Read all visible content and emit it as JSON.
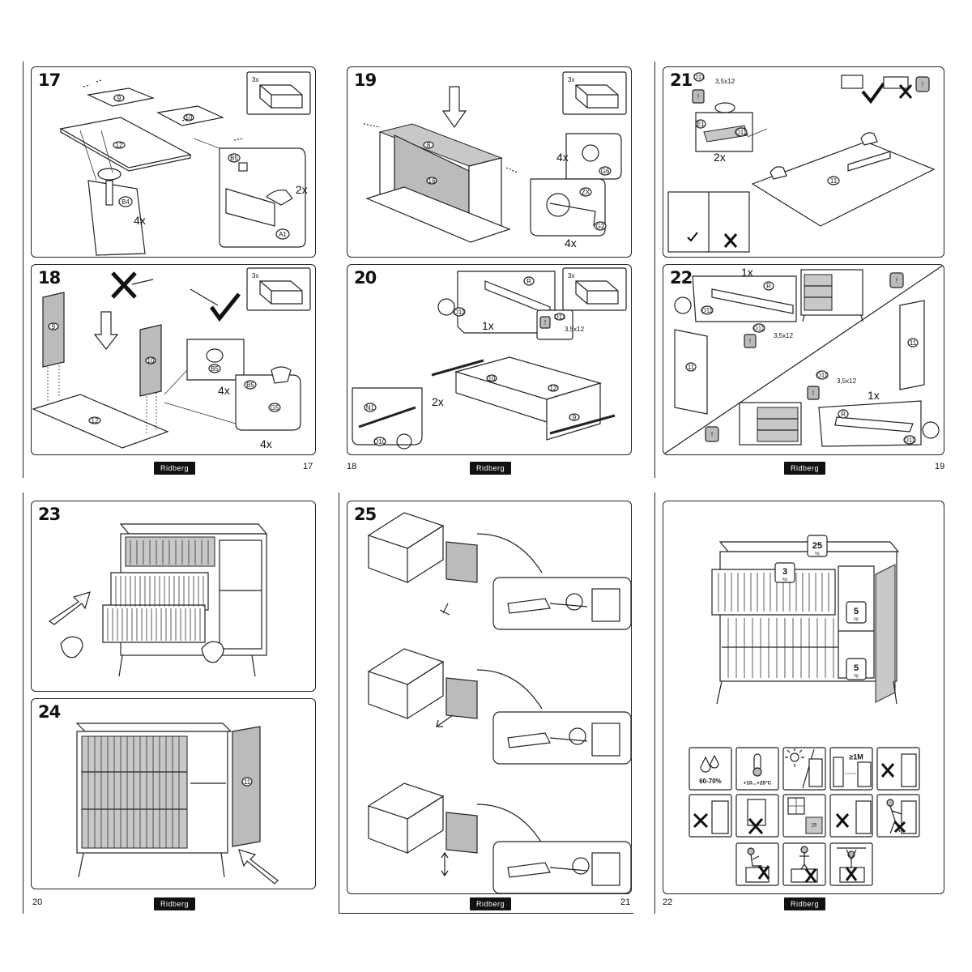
{
  "brand": "Ridberg",
  "pages": [
    {
      "id": "p17",
      "number": "17",
      "steps": [
        {
          "num": "17",
          "labels": {
            "parts": [
              "9",
              "10",
              "12",
              "B5",
              "B4",
              "A1"
            ],
            "counts": [
              "4x",
              "2x"
            ],
            "qty_box": "3x"
          }
        },
        {
          "num": "18",
          "labels": {
            "parts": [
              "9",
              "10",
              "12",
              "B5",
              "B5",
              "G5"
            ],
            "counts": [
              "4x",
              "4x"
            ],
            "qty_box": "3x"
          }
        }
      ]
    },
    {
      "id": "p18",
      "number": "18",
      "steps": [
        {
          "num": "19",
          "labels": {
            "parts": [
              "8",
              "16",
              "G6",
              "ZX",
              "G2"
            ],
            "counts": [
              "4x",
              "4x"
            ],
            "qty_box": "3x"
          }
        },
        {
          "num": "20",
          "labels": {
            "parts": [
              "R",
              "D11",
              "3,5x12",
              "10",
              "12",
              "9",
              "N1",
              "D10"
            ],
            "counts": [
              "1x",
              "2x"
            ],
            "qty_box": "3x"
          }
        }
      ]
    },
    {
      "id": "p19",
      "number": "19",
      "steps": [
        {
          "num": "21",
          "labels": {
            "parts": [
              "D11",
              "3,5x12",
              "E1",
              "D11",
              "11"
            ],
            "counts": [
              "2x"
            ]
          }
        },
        {
          "num": "22",
          "labels": {
            "parts": [
              "R",
              "D11",
              "D11",
              "3,5x12",
              "11",
              "11",
              "D11",
              "3,5x12",
              "R",
              "D11"
            ],
            "counts": [
              "1x",
              "1x"
            ]
          }
        }
      ]
    },
    {
      "id": "p20",
      "number": "20",
      "steps": [
        {
          "num": "23"
        },
        {
          "num": "24",
          "labels": {
            "parts": [
              "11"
            ]
          }
        }
      ]
    },
    {
      "id": "p21",
      "number": "21",
      "steps": [
        {
          "num": "25"
        }
      ]
    },
    {
      "id": "p22",
      "number": "22",
      "weights": {
        "top": "25",
        "top_unit": "kg",
        "drawer": "3",
        "drawer_unit": "kg",
        "shelf1": "5",
        "shelf1_unit": "kg",
        "shelf2": "5",
        "shelf2_unit": "kg"
      },
      "care": {
        "humidity": "60-70%",
        "temperature": "+10...+25°C",
        "distance": "≥1M",
        "tile": "25"
      }
    }
  ]
}
